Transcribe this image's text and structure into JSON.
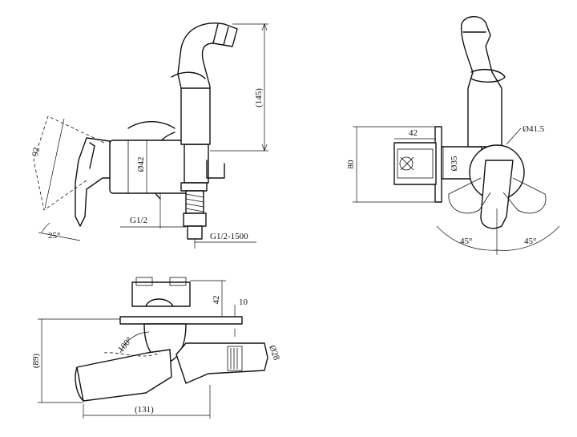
{
  "front_view": {
    "height_145": "(145)",
    "dia_42": "Ø42",
    "length_92": "92",
    "angle_25": "25°",
    "thread_g12": "G1/2",
    "hose_g12_1500": "G1/2-1500"
  },
  "side_view": {
    "width_42": "42",
    "height_80": "80",
    "dia_41_5": "Ø41.5",
    "dia_35": "Ø35",
    "angle_left_45": "45°",
    "angle_right_45": "45°"
  },
  "top_view": {
    "depth_42": "42",
    "plate_10": "10",
    "height_89": "(89)",
    "angle_100": "100°",
    "dia_28": "Ø28",
    "length_131": "(131)"
  }
}
